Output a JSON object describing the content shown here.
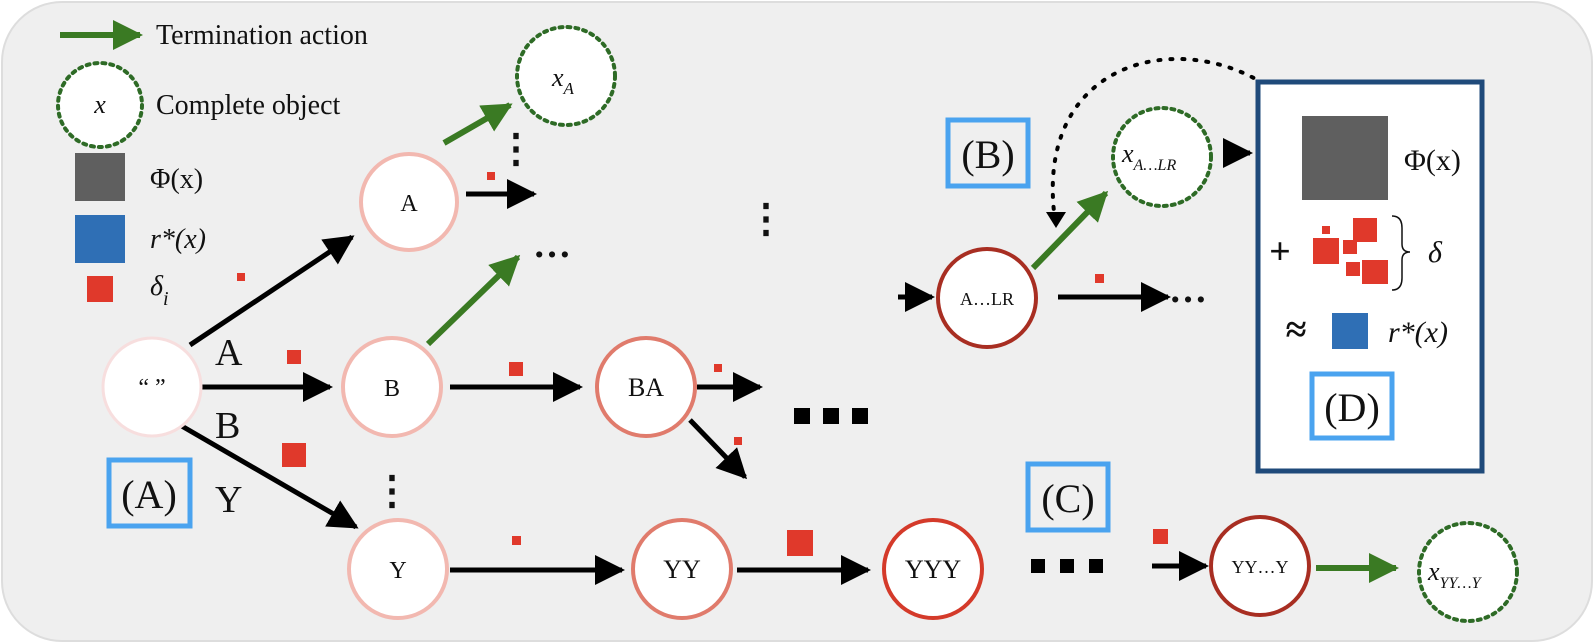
{
  "legend": {
    "termination_action": "Termination action",
    "complete_object_symbol": "x",
    "complete_object": "Complete object",
    "phi": "Φ(x)",
    "r_star": "r*(x)",
    "delta_i": "δ",
    "delta_i_sub": "i"
  },
  "nodes": {
    "root": "“ ”",
    "a": "A",
    "b": "B",
    "ba": "BA",
    "y": "Y",
    "yy": "YY",
    "yyy": "YYY",
    "a_lr": "A…LR",
    "yy_y": "YY…Y"
  },
  "objects": {
    "x_a": "x",
    "x_a_sub": "A",
    "x_a_lr": "x",
    "x_a_lr_sub": "A…LR",
    "x_yy_y": "x",
    "x_yy_y_sub": "YY…Y"
  },
  "edge_labels": {
    "a": "A",
    "b": "B",
    "y": "Y"
  },
  "panels": {
    "a": "(A)",
    "b": "(B)",
    "c": "(C)",
    "d": "(D)"
  },
  "panel_d": {
    "phi": "Φ(x)",
    "plus": "+",
    "delta": "δ",
    "approx": "≈",
    "r_star": "r*(x)"
  },
  "ellipsis": {
    "h": "…",
    "v": "⋮",
    "big": "▪ ▪ ▪"
  },
  "colors": {
    "termination_arrow": "#3a7a23",
    "complete_object_border": "#2e6b26",
    "phi_square": "#5f5f5f",
    "r_star_square": "#2f6fb5",
    "delta_square": "#e0392b",
    "panel_label_border": "#4aa3ef",
    "panel_d_border": "#1f4a7a",
    "background_panel": "#efefef"
  }
}
